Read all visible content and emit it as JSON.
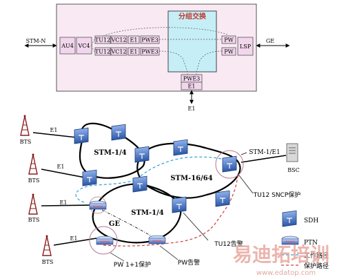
{
  "top_diagram": {
    "packet_switch_title": "分组交换",
    "left_interface": "STM-N",
    "right_interface": "GE",
    "bottom_interface": "E1",
    "blocks": {
      "au4": "AU4",
      "vc4": "VC4",
      "tu12_a": "TU12",
      "vc12_a": "VC12",
      "e1_a": "E1",
      "pwe3_a": "PWE3",
      "tu12_b": "TU12",
      "vc12_b": "VC12",
      "e1_b": "E1",
      "pwe3_b": "PWE3",
      "pw_a": "PW",
      "pw_b": "PW",
      "lsp": "LSP",
      "pwe3_bottom": "PWE3",
      "e1_bottom": "E1"
    }
  },
  "network": {
    "bts_label": "BTS",
    "bsc_label": "BSC",
    "e1_link": "E1",
    "ring_left_top": "STM-1/4",
    "ring_center": "STM-16/64",
    "ring_left_bottom": "STM-1/4",
    "ring_ge": "GE",
    "stm_e1": "STM-1/E1",
    "tu12_sncp": "TU12 SNCP保护",
    "tu12_alarm": "TU12告警",
    "pw_protect": "PW 1+1保护",
    "pw_alarm": "PW告警"
  },
  "legend": {
    "sdh": "SDH",
    "ptn": "PTN",
    "work_path": "工作路径",
    "protect_path": "保护路径"
  },
  "watermark": {
    "brand": "易迪拓培训",
    "url": "www.edatop.com"
  },
  "colors": {
    "top_box_fill": "#f8e9f3",
    "switch_fill": "#c6eef7",
    "block_fill": "#f1d6ec",
    "sdh_blue": "#3c68b8",
    "work_path": "#2f9fd6",
    "protect_path": "#d33b3b"
  }
}
